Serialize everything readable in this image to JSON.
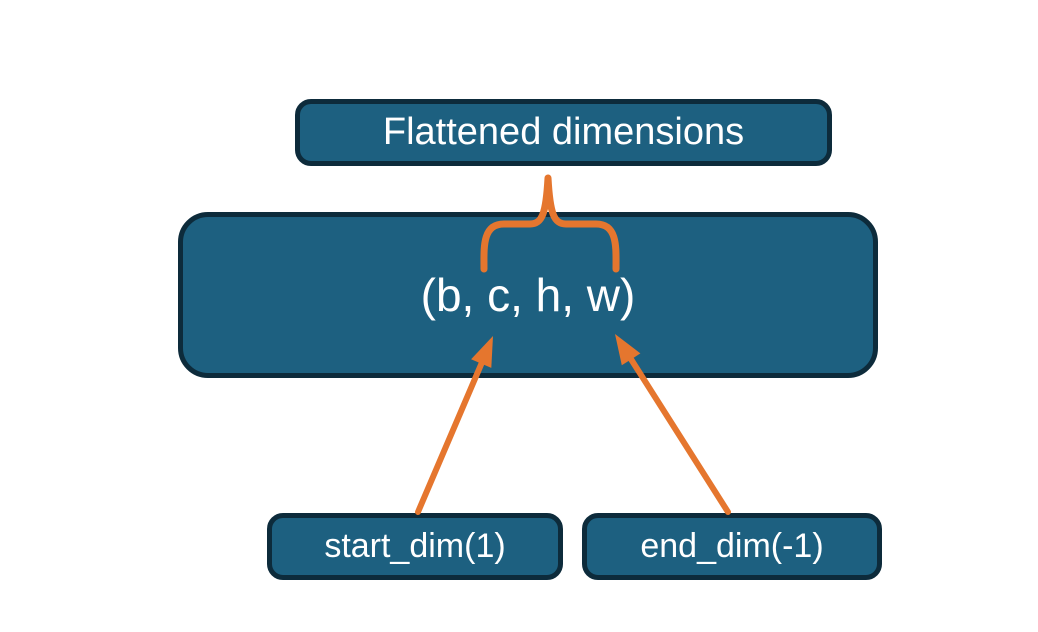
{
  "diagram": {
    "nodes": {
      "flattened": {
        "label": "Flattened dimensions"
      },
      "tensor": {
        "label": "(b, c, h, w)"
      },
      "start_dim": {
        "label": "start_dim(1)"
      },
      "end_dim": {
        "label": "end_dim(-1)"
      }
    },
    "colors": {
      "background": "#ffffff",
      "node_fill": "#1d6080",
      "node_border": "#0d2b3b",
      "connector_orange": "#e5762e",
      "text": "#ffffff"
    }
  }
}
